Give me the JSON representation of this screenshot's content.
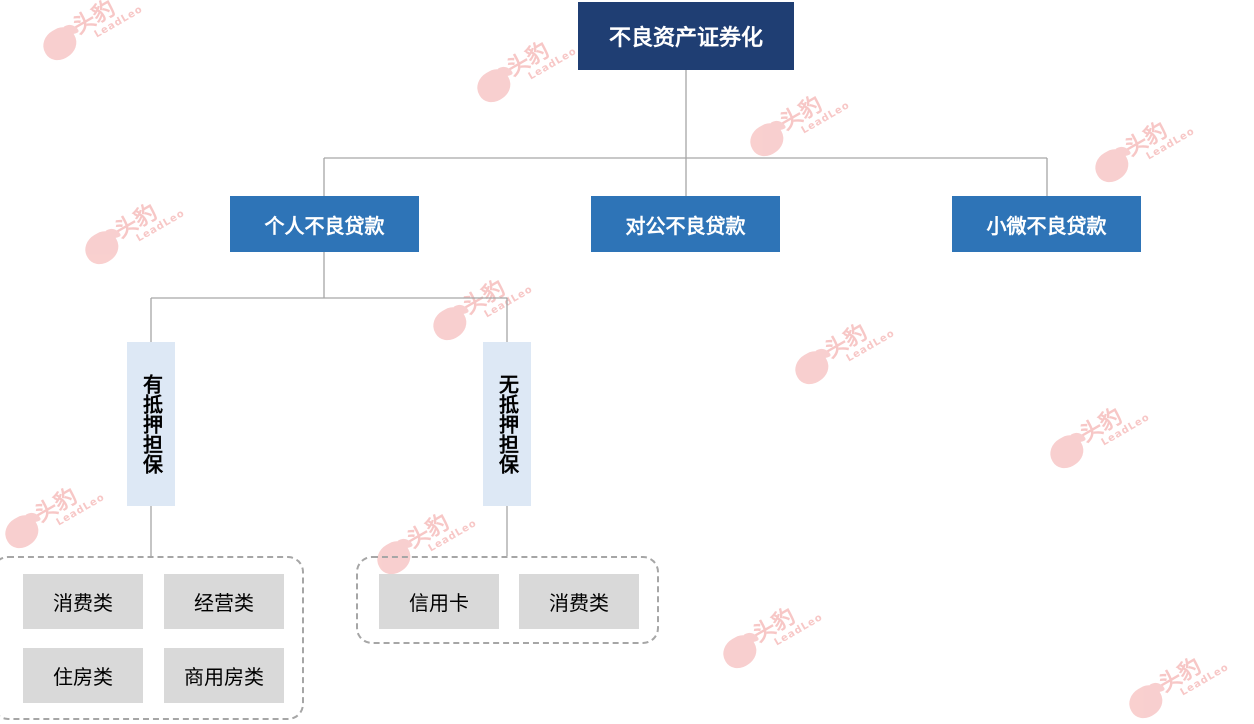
{
  "root": "不良资产证券化",
  "categories": [
    "个人不良贷款",
    "对公不良贷款",
    "小微不良贷款"
  ],
  "sub": {
    "secured": "有抵押担保",
    "unsecured": "无抵押担保"
  },
  "secured_items": [
    "消费类",
    "经营类",
    "住房类",
    "商用房类"
  ],
  "unsecured_items": [
    "信用卡",
    "消费类"
  ],
  "watermark": {
    "cn": "头豹",
    "en": "LeadLeo"
  },
  "colors": {
    "root": "#1f3e73",
    "category": "#2e74b7",
    "sub": "#dde8f5",
    "leaf": "#d9d9d9",
    "watermark": "#f19a99"
  }
}
